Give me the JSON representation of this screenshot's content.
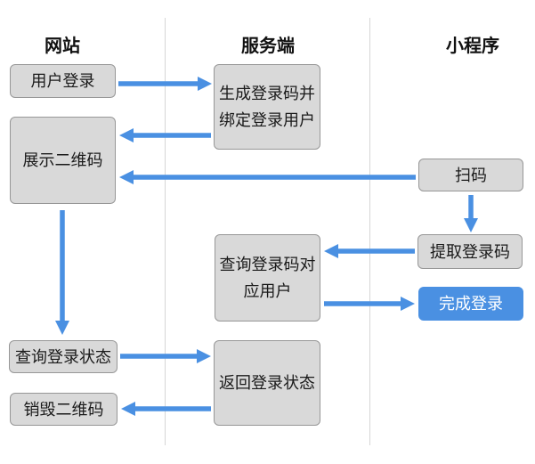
{
  "diagram": {
    "lanes": [
      {
        "id": "website",
        "label": "网站"
      },
      {
        "id": "server",
        "label": "服务端"
      },
      {
        "id": "miniprogram",
        "label": "小程序"
      }
    ],
    "nodes": {
      "user_login": {
        "label": "用户登录",
        "lane": "website"
      },
      "generate_code": {
        "label": "生成登录码并\n绑定登录用户",
        "lane": "server"
      },
      "show_qr": {
        "label": "展示二维码",
        "lane": "website"
      },
      "scan": {
        "label": "扫码",
        "lane": "miniprogram"
      },
      "extract_code": {
        "label": "提取登录码",
        "lane": "miniprogram"
      },
      "query_user": {
        "label": "查询登录码对\n应用户",
        "lane": "server"
      },
      "complete_login": {
        "label": "完成登录",
        "lane": "miniprogram",
        "style": "primary"
      },
      "query_status": {
        "label": "查询登录状态",
        "lane": "website"
      },
      "return_status": {
        "label": "返回登录状态",
        "lane": "server"
      },
      "destroy_qr": {
        "label": "销毁二维码",
        "lane": "website"
      }
    },
    "edges": [
      {
        "from": "user_login",
        "to": "generate_code"
      },
      {
        "from": "generate_code",
        "to": "show_qr"
      },
      {
        "from": "scan",
        "to": "show_qr"
      },
      {
        "from": "scan",
        "to": "extract_code"
      },
      {
        "from": "extract_code",
        "to": "query_user"
      },
      {
        "from": "query_user",
        "to": "complete_login"
      },
      {
        "from": "show_qr",
        "to": "query_status"
      },
      {
        "from": "query_status",
        "to": "return_status"
      },
      {
        "from": "return_status",
        "to": "destroy_qr"
      }
    ],
    "colors": {
      "arrow": "#4a90e2",
      "node_fill": "#d9d9d9",
      "node_border": "#979797",
      "primary_fill": "#4a90e2",
      "primary_text": "#ffffff",
      "lane_line": "#d6d6d6",
      "text": "#1a1a1a"
    }
  }
}
